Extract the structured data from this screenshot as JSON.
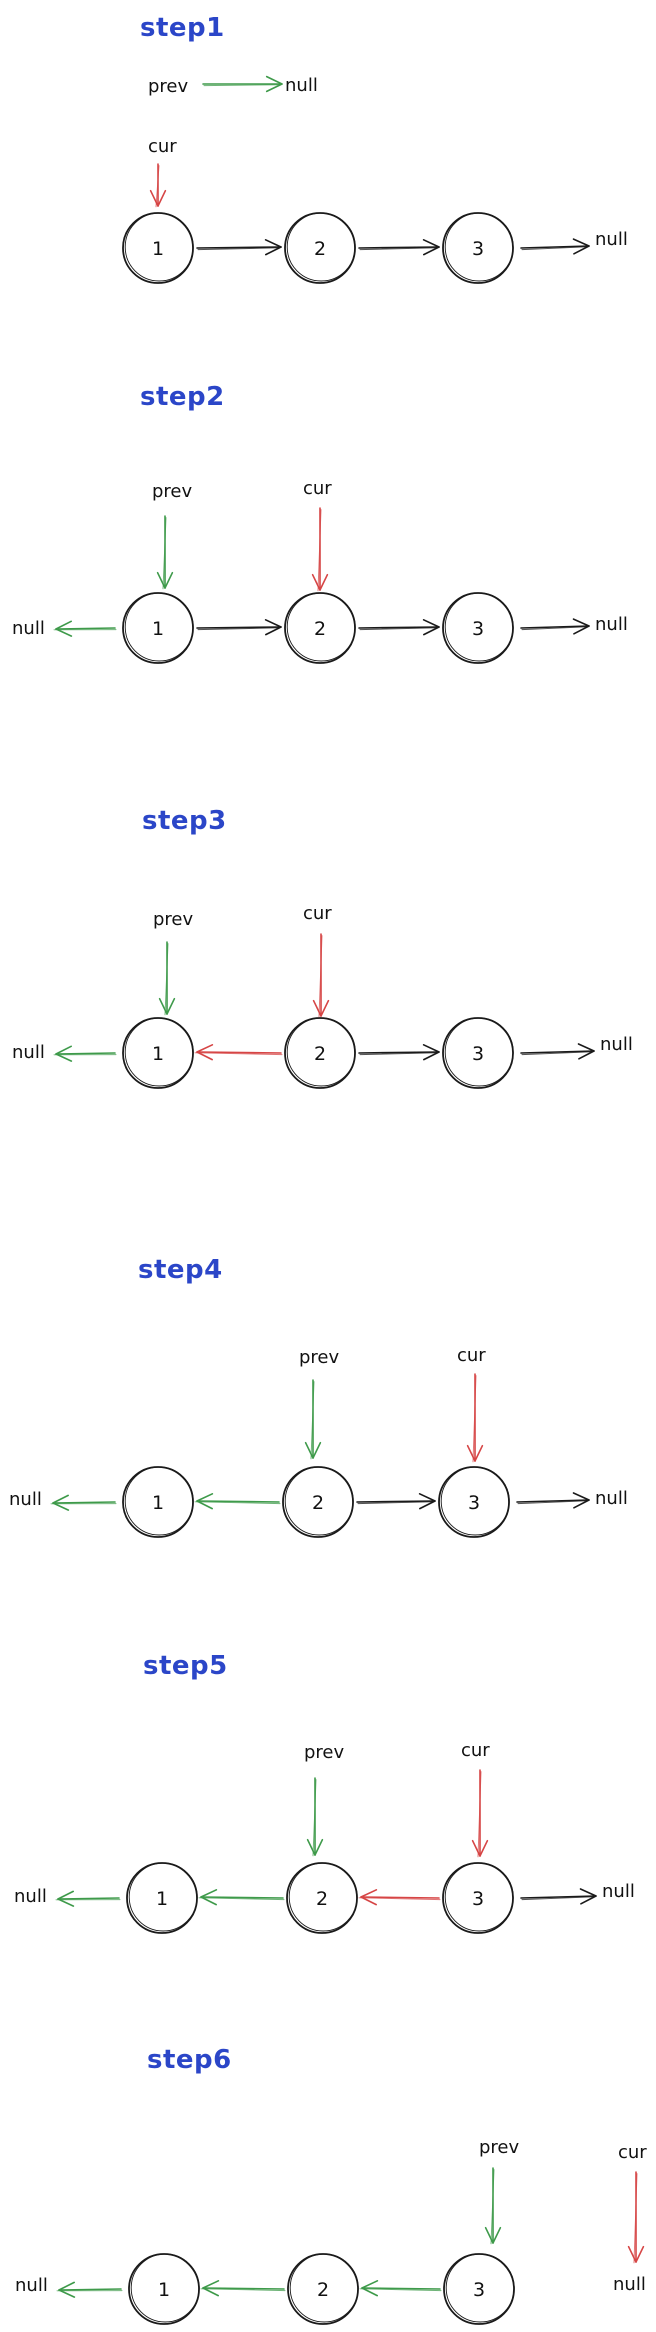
{
  "colors": {
    "title": "#2b46c8",
    "ink": "#1a1a1a",
    "prev_arrow": "#3e9a4a",
    "cur_arrow": "#d64545"
  },
  "steps": [
    {
      "title": "step1",
      "nodes": [
        "1",
        "2",
        "3"
      ],
      "links": [
        {
          "from": "1",
          "to": "2",
          "kind": "next"
        },
        {
          "from": "2",
          "to": "3",
          "kind": "next"
        },
        {
          "from": "3",
          "to": "null",
          "kind": "next"
        }
      ],
      "pointers": [
        {
          "label": "prev",
          "target": "null"
        },
        {
          "label": "cur",
          "target": "1"
        }
      ],
      "null_labels": [
        "null",
        "null"
      ]
    },
    {
      "title": "step2",
      "nodes": [
        "1",
        "2",
        "3"
      ],
      "links": [
        {
          "from": "1",
          "to": "null",
          "kind": "reversed"
        },
        {
          "from": "1",
          "to": "2",
          "kind": "next"
        },
        {
          "from": "2",
          "to": "3",
          "kind": "next"
        },
        {
          "from": "3",
          "to": "null",
          "kind": "next"
        }
      ],
      "pointers": [
        {
          "label": "prev",
          "target": "1"
        },
        {
          "label": "cur",
          "target": "2"
        }
      ],
      "null_labels": [
        "null",
        "null"
      ]
    },
    {
      "title": "step3",
      "nodes": [
        "1",
        "2",
        "3"
      ],
      "links": [
        {
          "from": "1",
          "to": "null",
          "kind": "reversed"
        },
        {
          "from": "2",
          "to": "1",
          "kind": "changing"
        },
        {
          "from": "2",
          "to": "3",
          "kind": "next"
        },
        {
          "from": "3",
          "to": "null",
          "kind": "next"
        }
      ],
      "pointers": [
        {
          "label": "prev",
          "target": "1"
        },
        {
          "label": "cur",
          "target": "2"
        }
      ],
      "null_labels": [
        "null",
        "null"
      ]
    },
    {
      "title": "step4",
      "nodes": [
        "1",
        "2",
        "3"
      ],
      "links": [
        {
          "from": "1",
          "to": "null",
          "kind": "reversed"
        },
        {
          "from": "2",
          "to": "1",
          "kind": "reversed"
        },
        {
          "from": "2",
          "to": "3",
          "kind": "next"
        },
        {
          "from": "3",
          "to": "null",
          "kind": "next"
        }
      ],
      "pointers": [
        {
          "label": "prev",
          "target": "2"
        },
        {
          "label": "cur",
          "target": "3"
        }
      ],
      "null_labels": [
        "null",
        "null"
      ]
    },
    {
      "title": "step5",
      "nodes": [
        "1",
        "2",
        "3"
      ],
      "links": [
        {
          "from": "1",
          "to": "null",
          "kind": "reversed"
        },
        {
          "from": "2",
          "to": "1",
          "kind": "reversed"
        },
        {
          "from": "3",
          "to": "2",
          "kind": "changing"
        },
        {
          "from": "3",
          "to": "null",
          "kind": "next"
        }
      ],
      "pointers": [
        {
          "label": "prev",
          "target": "2"
        },
        {
          "label": "cur",
          "target": "3"
        }
      ],
      "null_labels": [
        "null",
        "null"
      ]
    },
    {
      "title": "step6",
      "nodes": [
        "1",
        "2",
        "3"
      ],
      "links": [
        {
          "from": "1",
          "to": "null",
          "kind": "reversed"
        },
        {
          "from": "2",
          "to": "1",
          "kind": "reversed"
        },
        {
          "from": "3",
          "to": "2",
          "kind": "reversed"
        }
      ],
      "pointers": [
        {
          "label": "prev",
          "target": "3"
        },
        {
          "label": "cur",
          "target": "null"
        }
      ],
      "null_labels": [
        "null",
        "null"
      ]
    }
  ]
}
